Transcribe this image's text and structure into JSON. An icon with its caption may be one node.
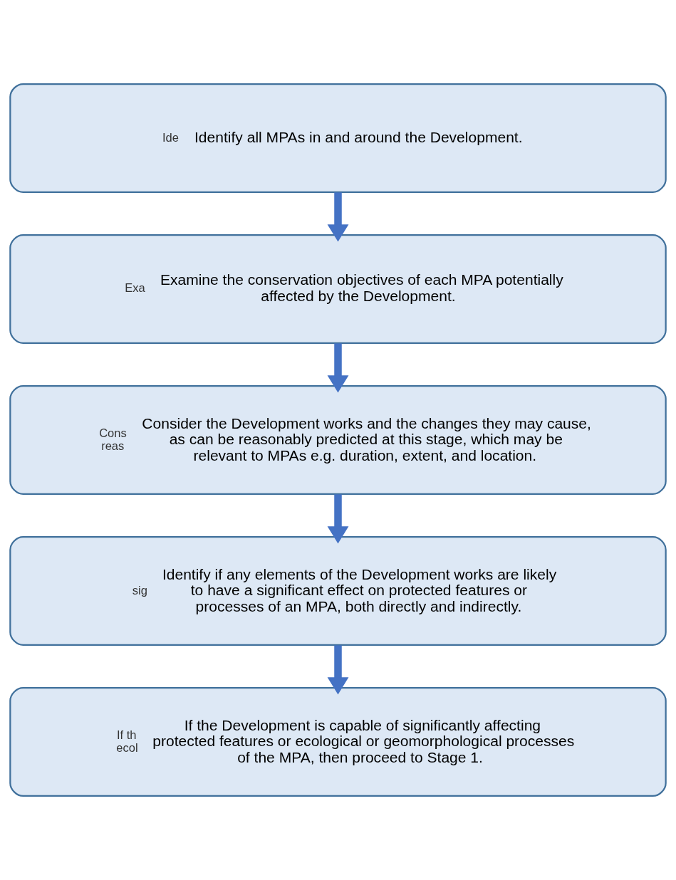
{
  "diagram": {
    "nodes": [
      {
        "text": [
          "Ide",
          "Identify all MPAs in and around the Development."
        ]
      },
      {
        "text": [
          "Exa",
          "Examine the conservation objectives of each MPA potentially affected by the Development."
        ]
      },
      {
        "text": [
          "Cons reas",
          "Consider the Development works and the changes they may cause, as can be reasonably predicted at this stage, which may be relevant to MPAs e.g. duration, extent, and location."
        ]
      },
      {
        "text": [
          "sig",
          "Identify if any elements of the Development works are likely to have a significant effect on protected features or processes of an MPA, both directly and indirectly."
        ]
      },
      {
        "text": [
          "If th ecol",
          "If the Development is capable of significantly affecting protected features or ecological or geomorphological processes of the MPA, then proceed to Stage 1."
        ]
      }
    ],
    "edges": [
      {
        "from": 0,
        "to": 1,
        "arrow": "to"
      },
      {
        "from": 1,
        "to": 2,
        "arrow": "to"
      },
      {
        "from": 2,
        "to": 3,
        "arrow": "to"
      },
      {
        "from": 3,
        "to": 4,
        "arrow": "to"
      }
    ]
  }
}
